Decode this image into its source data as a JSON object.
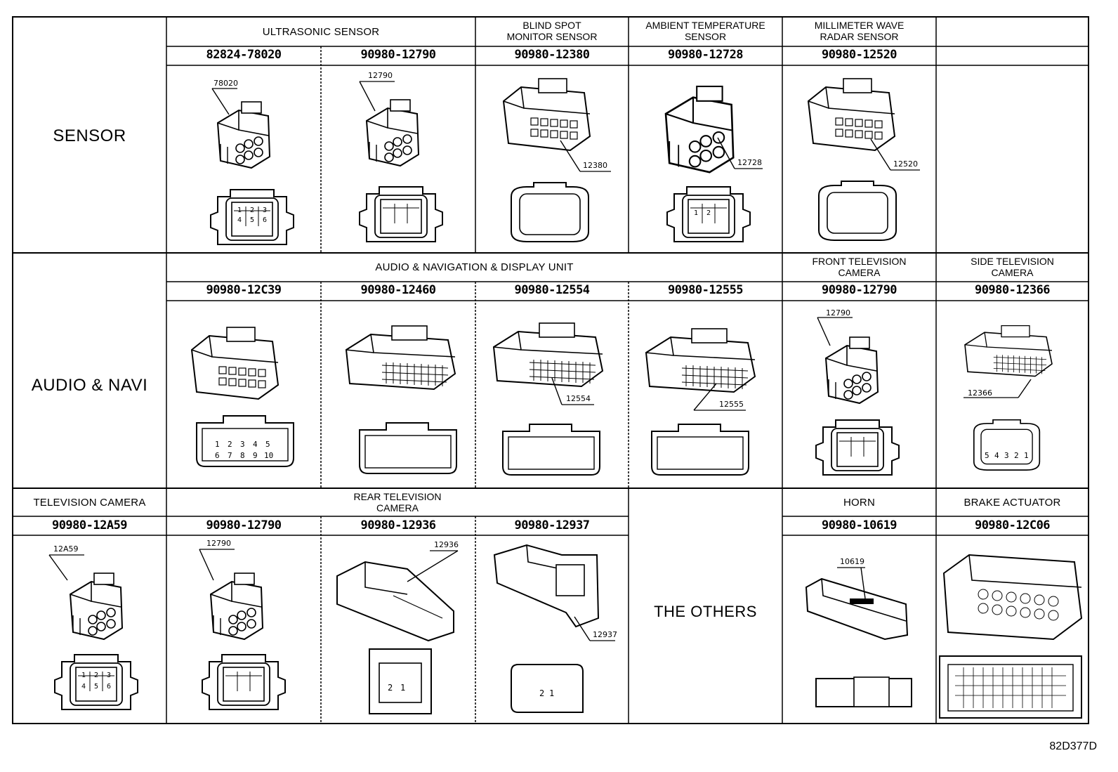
{
  "drawing_code": "82D377D",
  "sections": {
    "sensor": {
      "label": "SENSOR",
      "groups": {
        "ultrasonic": "ULTRASONIC SENSOR",
        "blind_spot": "BLIND SPOT MONITOR SENSOR",
        "ambient": "AMBIENT TEMPERATURE SENSOR",
        "mmwave": "MILLIMETER WAVE RADAR SENSOR"
      },
      "parts": [
        {
          "part_no": "82824-78020",
          "callout": "78020"
        },
        {
          "part_no": "90980-12790",
          "callout": "12790"
        },
        {
          "part_no": "90980-12380",
          "callout": "12380"
        },
        {
          "part_no": "90980-12728",
          "callout": "12728"
        },
        {
          "part_no": "90980-12520",
          "callout": "12520"
        }
      ]
    },
    "audio": {
      "label": "AUDIO & NAVI",
      "groups": {
        "unit": "AUDIO & NAVIGATION & DISPLAY UNIT",
        "front_tv": "FRONT TELEVISION CAMERA",
        "side_tv": "SIDE TELEVISION CAMERA"
      },
      "parts": [
        {
          "part_no": "90980-12C39",
          "callout": ""
        },
        {
          "part_no": "90980-12460",
          "callout": ""
        },
        {
          "part_no": "90980-12554",
          "callout": "12554"
        },
        {
          "part_no": "90980-12555",
          "callout": "12555"
        },
        {
          "part_no": "90980-12790",
          "callout": "12790"
        },
        {
          "part_no": "90980-12366",
          "callout": "12366"
        }
      ]
    },
    "others": {
      "label": "THE OTHERS",
      "groups": {
        "tv_camera": "TELEVISION CAMERA",
        "rear_tv": "REAR TELEVISION CAMERA",
        "horn": "HORN",
        "brake": "BRAKE ACTUATOR"
      },
      "parts": [
        {
          "part_no": "90980-12A59",
          "callout": "12A59"
        },
        {
          "part_no": "90980-12790",
          "callout": "12790"
        },
        {
          "part_no": "90980-12936",
          "callout": "12936"
        },
        {
          "part_no": "90980-12937",
          "callout": "12937"
        },
        {
          "part_no": "90980-10619",
          "callout": "10619"
        },
        {
          "part_no": "90980-12C06",
          "callout": ""
        }
      ]
    }
  },
  "pin_labels": {
    "six_a": [
      "1",
      "2",
      "3",
      "4",
      "5",
      "6"
    ],
    "ten_c39": [
      "1",
      "2",
      "3",
      "4",
      "5",
      "6",
      "7",
      "8",
      "9",
      "10"
    ],
    "two": [
      "1",
      "2"
    ],
    "two_rev": [
      "2",
      "1"
    ],
    "five_rev": [
      "5",
      "4",
      "3",
      "2",
      "1"
    ]
  }
}
